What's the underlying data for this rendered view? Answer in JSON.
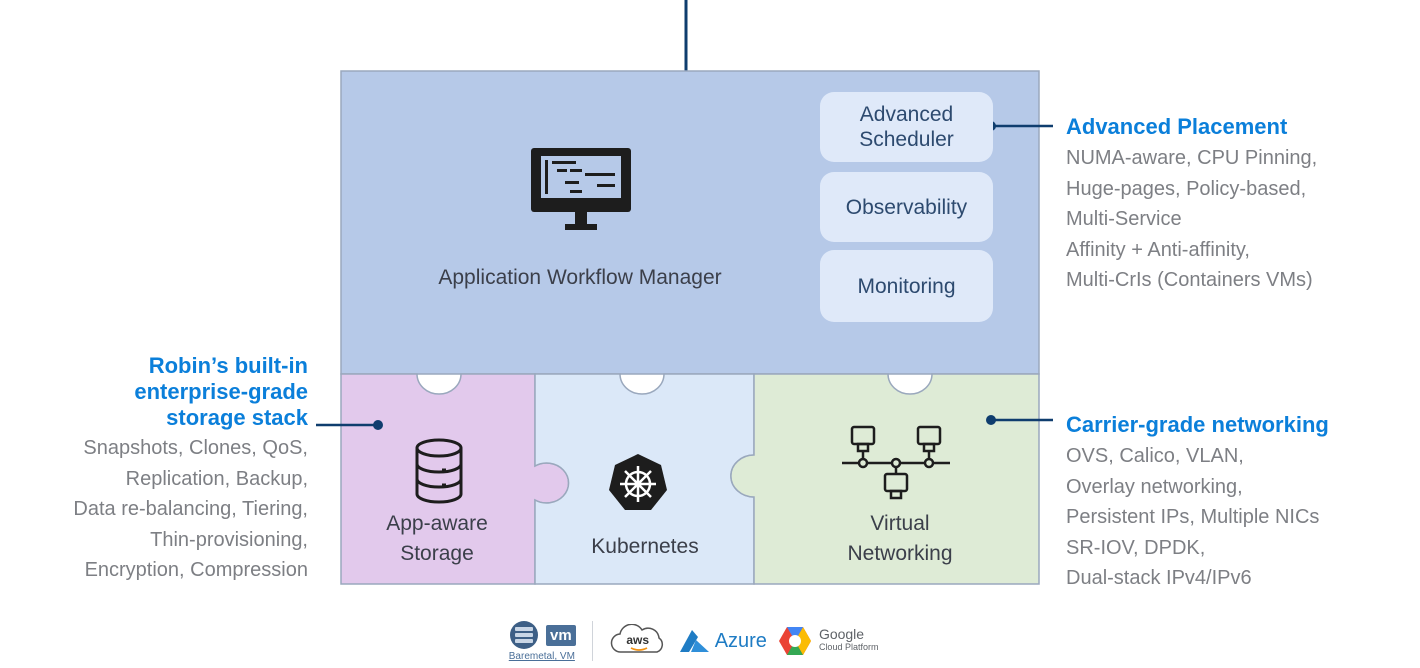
{
  "main": {
    "title": "Application Workflow Manager",
    "pills": [
      "Advanced Scheduler",
      "Observability",
      "Monitoring"
    ]
  },
  "placement": {
    "title": "Advanced Placement",
    "lines": [
      "NUMA-aware, CPU Pinning,",
      "Huge-pages, Policy-based,",
      "Multi-Service",
      "Affinity + Anti-affinity,",
      "Multi-CrIs (Containers VMs)"
    ]
  },
  "storage_stack": {
    "title_lines": [
      "Robin’s built-in",
      "enterprise-grade",
      "storage stack"
    ],
    "lines": [
      "Snapshots, Clones, QoS,",
      "Replication, Backup,",
      "Data re-balancing, Tiering,",
      "Thin-provisioning,",
      "Encryption, Compression"
    ]
  },
  "networking": {
    "title": "Carrier-grade networking",
    "lines": [
      "OVS, Calico, VLAN,",
      "Overlay networking,",
      "Persistent IPs, Multiple NICs",
      "SR-IOV, DPDK,",
      "Dual-stack IPv4/IPv6"
    ]
  },
  "pieces": {
    "storage": [
      "App-aware",
      "Storage"
    ],
    "kubernetes": "Kubernetes",
    "networking": [
      "Virtual",
      "Networking"
    ]
  },
  "logos": {
    "baremetal_vm": "Baremetal, VM",
    "vm_mark": "vm",
    "aws": "aws",
    "azure": "Azure",
    "google": "Google",
    "google_sub": "Cloud Platform"
  },
  "colors": {
    "main_fill": "#b6c9e8",
    "storage_fill": "#e2c9ec",
    "kubernetes_fill": "#dbe8f8",
    "networking_fill": "#deebd6",
    "connector": "#0f3d6e",
    "accent_text": "#0b7fda"
  }
}
